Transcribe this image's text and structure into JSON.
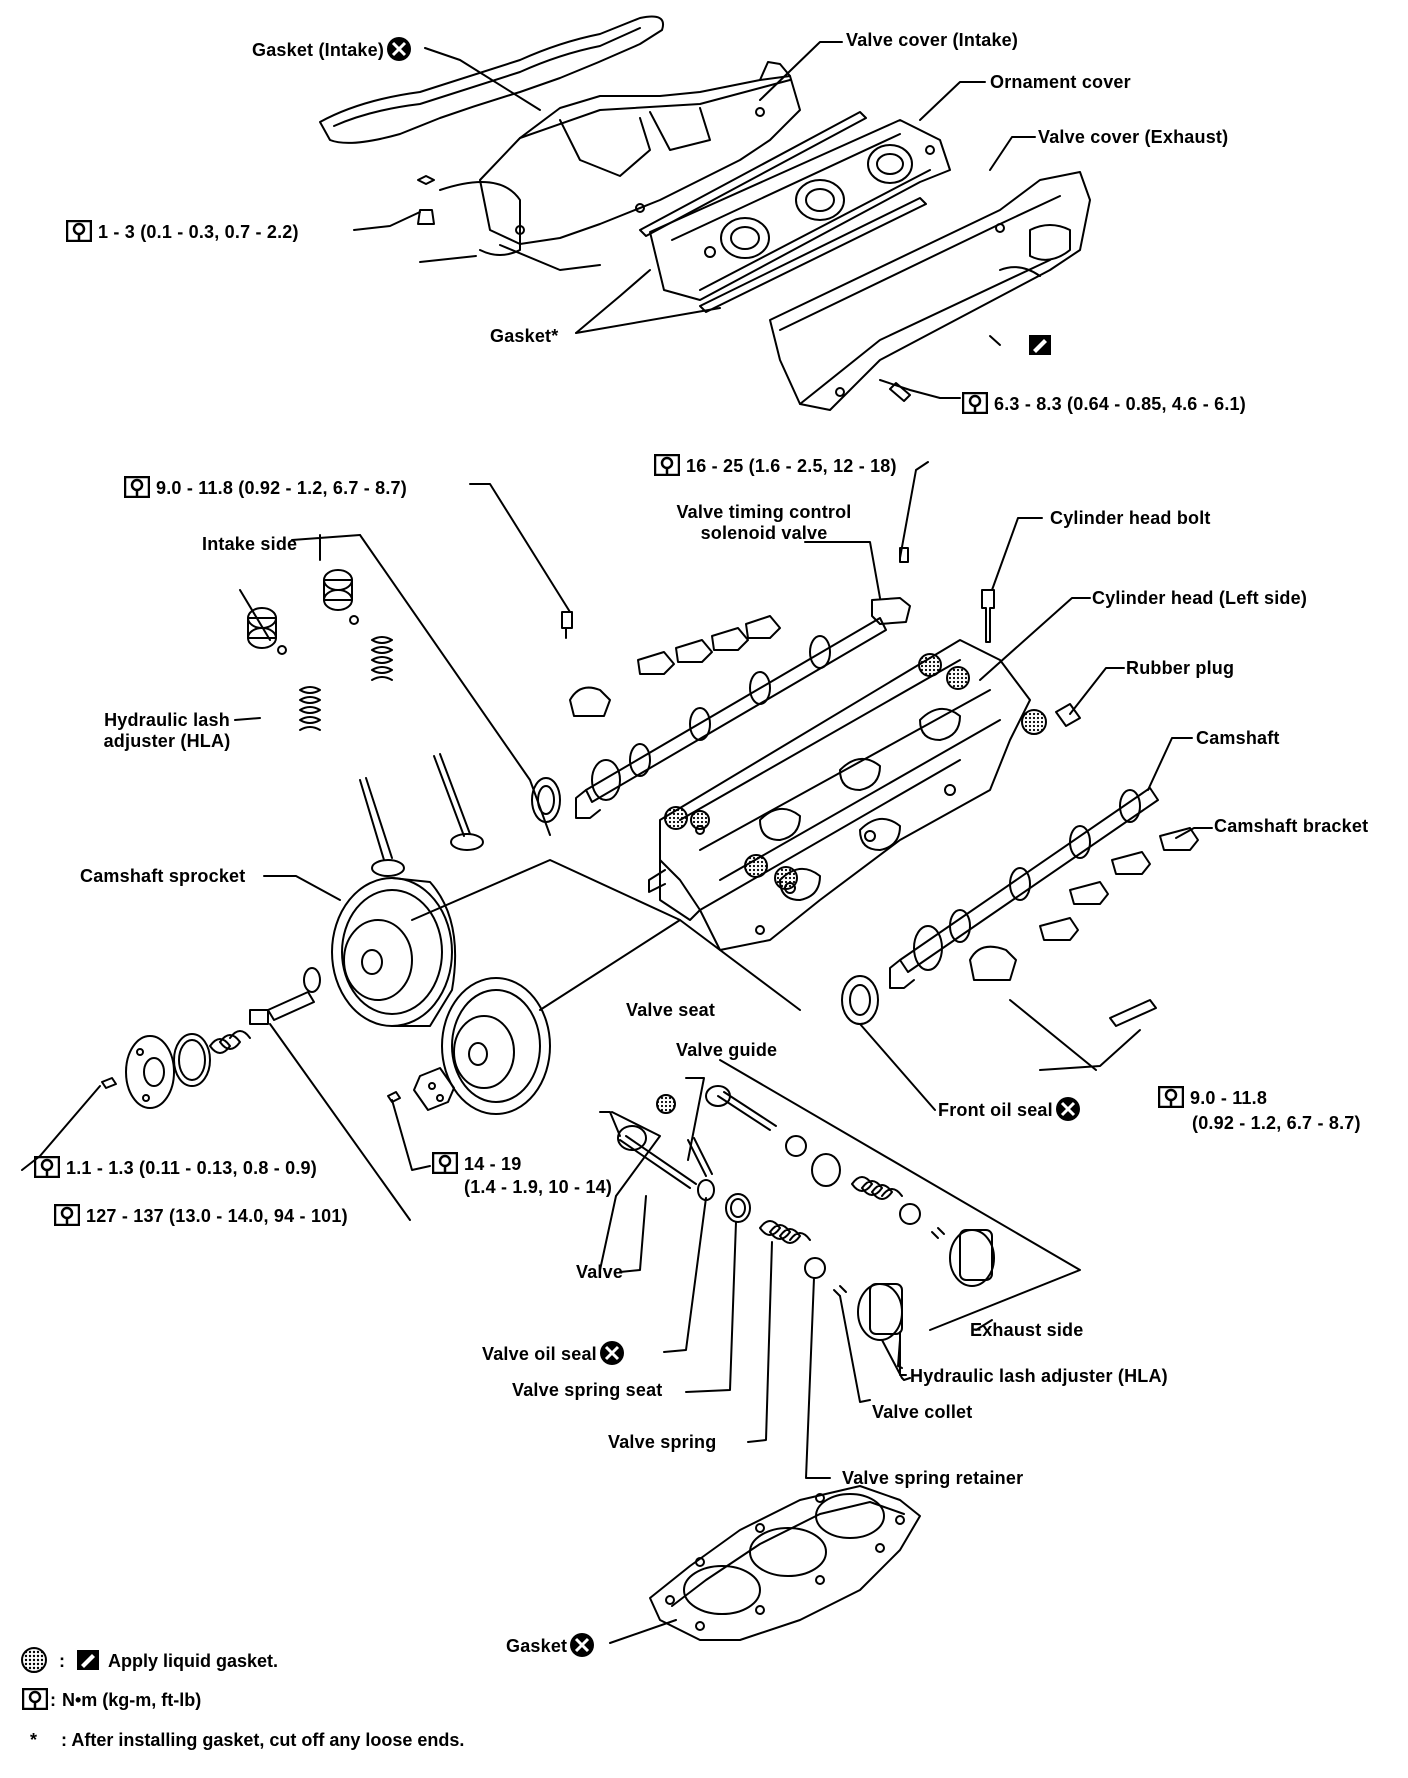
{
  "labels": {
    "gasket_intake": "Gasket (Intake)",
    "valve_cover_intake": "Valve cover (Intake)",
    "ornament_cover": "Ornament cover",
    "valve_cover_exhaust": "Valve cover (Exhaust)",
    "torque_1_3": "1 - 3 (0.1 - 0.3, 0.7 - 2.2)",
    "gasket_star": "Gasket*",
    "torque_6_3": "6.3 - 8.3 (0.64 - 0.85, 4.6 - 6.1)",
    "torque_16_25": "16 - 25 (1.6 - 2.5, 12 - 18)",
    "torque_9_0_upper": "9.0 - 11.8 (0.92 - 1.2, 6.7 - 8.7)",
    "vtc_solenoid_line1": "Valve timing control",
    "vtc_solenoid_line2": "solenoid valve",
    "cylinder_head_bolt": "Cylinder head bolt",
    "intake_side": "Intake side",
    "cylinder_head_left": "Cylinder head (Left side)",
    "rubber_plug": "Rubber plug",
    "hla_left_line1": "Hydraulic lash",
    "hla_left_line2": "adjuster (HLA)",
    "camshaft": "Camshaft",
    "camshaft_bracket": "Camshaft bracket",
    "camshaft_sprocket": "Camshaft sprocket",
    "valve_seat": "Valve seat",
    "valve_guide": "Valve guide",
    "front_oil_seal": "Front oil seal",
    "torque_9_0_lower_line1": "9.0 - 11.8",
    "torque_9_0_lower_line2": "(0.92 - 1.2, 6.7 - 8.7)",
    "torque_1_1": "1.1 - 1.3 (0.11 - 0.13, 0.8 - 0.9)",
    "torque_14_19_line1": "14 - 19",
    "torque_14_19_line2": "(1.4 - 1.9, 10 - 14)",
    "torque_127": "127 - 137 (13.0 - 14.0, 94 - 101)",
    "valve": "Valve",
    "exhaust_side": "Exhaust side",
    "valve_oil_seal": "Valve oil seal",
    "hla_right": "Hydraulic lash adjuster (HLA)",
    "valve_spring_seat": "Valve spring seat",
    "valve_collet": "Valve collet",
    "valve_spring": "Valve spring",
    "valve_spring_retainer": "Valve spring retainer",
    "gasket_bottom": "Gasket"
  },
  "legend": {
    "liquid_gasket_sep": ":",
    "liquid_gasket": "Apply liquid gasket.",
    "torque_unit_sep": ":",
    "torque_unit": "N•m (kg-m, ft-lb)",
    "note_mark": "*",
    "note": ": After installing gasket, cut off any loose ends."
  }
}
